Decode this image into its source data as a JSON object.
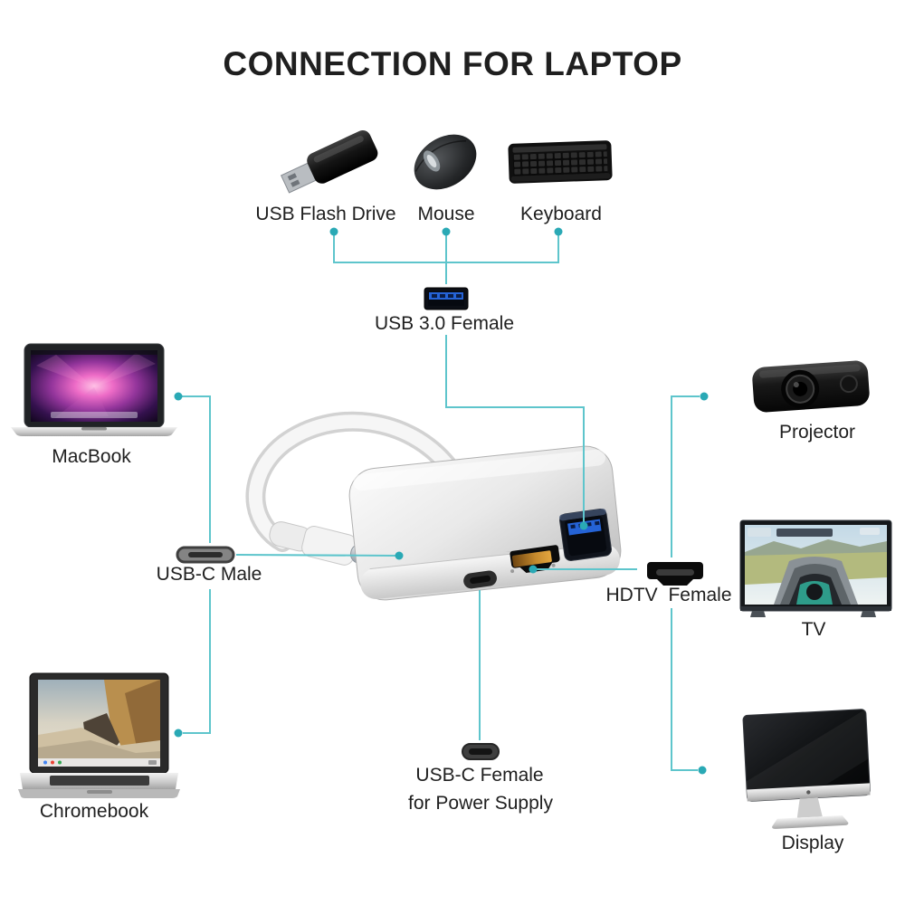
{
  "title": "CONNECTION FOR LAPTOP",
  "theme": {
    "background": "#ffffff",
    "text_color": "#1f1f1f",
    "accent_line": "#5ec5cc",
    "accent_dot": "#2aa9b5",
    "usb_blue": "#2563d6",
    "hdmi_black": "#0b0b0b",
    "adapter_silver": "#d9d9d9"
  },
  "peripherals": {
    "flash_drive": {
      "label": "USB Flash Drive",
      "icon": "usb-flash-drive-icon"
    },
    "mouse": {
      "label": "Mouse",
      "icon": "mouse-icon"
    },
    "keyboard": {
      "label": "Keyboard",
      "icon": "keyboard-icon"
    }
  },
  "hub": {
    "usb3_port": {
      "label": "USB 3.0 Female",
      "icon": "usb-3.0-female-port-icon"
    },
    "usbc_male": {
      "label": "USB-C Male",
      "icon": "usb-c-male-connector-icon"
    },
    "hdmi_port": {
      "label": "HDTV Female",
      "icon": "hdmi-female-connector-icon"
    },
    "usbc_female": {
      "label": "USB-C Female",
      "label_line2": "for Power Supply",
      "icon": "usb-c-female-connector-icon"
    },
    "adapter": {
      "icon": "usb-c-multiport-adapter-image"
    }
  },
  "devices": {
    "macbook": {
      "label": "MacBook",
      "icon": "macbook-laptop-icon"
    },
    "chromebook": {
      "label": "Chromebook",
      "icon": "chromebook-laptop-icon"
    },
    "projector": {
      "label": "Projector",
      "icon": "projector-icon"
    },
    "tv": {
      "label": "TV",
      "icon": "tv-icon"
    },
    "display": {
      "label": "Display",
      "icon": "desktop-display-icon"
    }
  }
}
